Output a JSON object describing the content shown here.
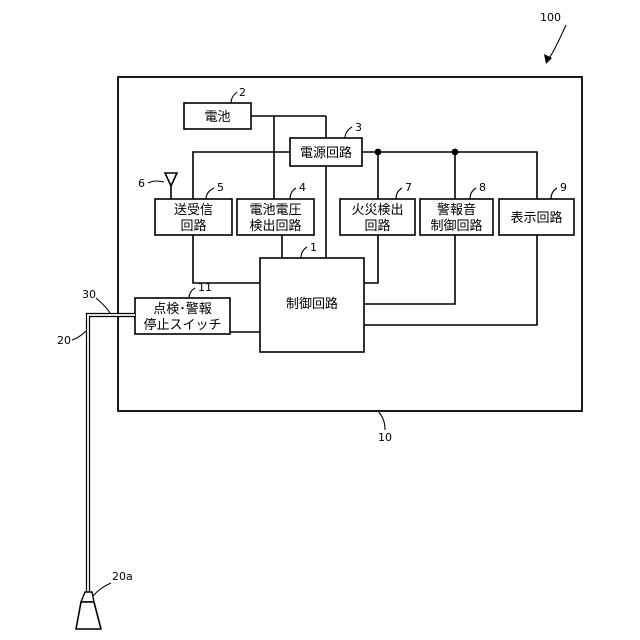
{
  "refs": {
    "device": "100",
    "housing": "10",
    "control": "1",
    "battery": "2",
    "power": "3",
    "voltage": "4",
    "transceiver": "5",
    "antenna": "6",
    "fire": "7",
    "alarm": "8",
    "display": "9",
    "switch": "11",
    "cord": "20",
    "cord_end": "20a",
    "cord_cover": "30"
  },
  "blocks": {
    "battery": [
      "電池"
    ],
    "power": [
      "電源回路"
    ],
    "transceiver": [
      "送受信",
      "回路"
    ],
    "voltage": [
      "電池電圧",
      "検出回路"
    ],
    "fire": [
      "火災検出",
      "回路"
    ],
    "alarm": [
      "警報音",
      "制御回路"
    ],
    "display": [
      "表示回路"
    ],
    "control": [
      "制御回路"
    ],
    "switch": [
      "点検･警報",
      "停止スイッチ"
    ]
  }
}
